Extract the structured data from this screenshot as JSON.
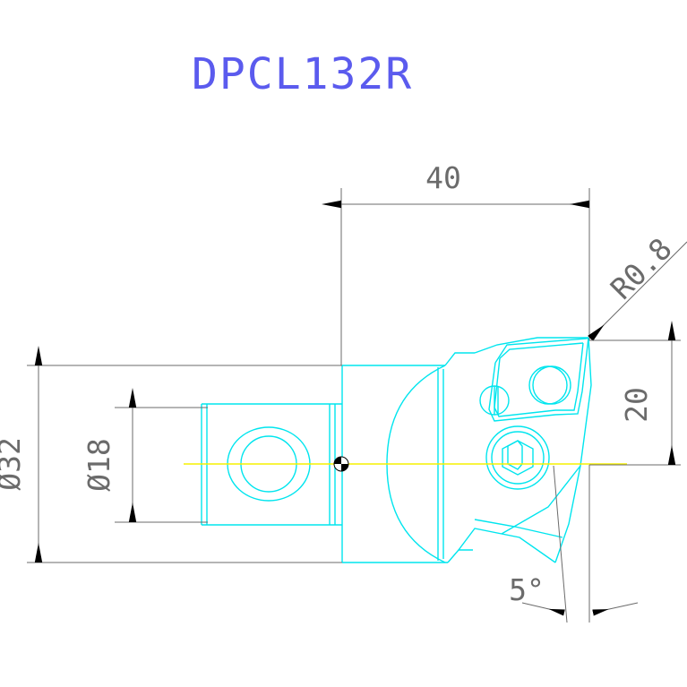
{
  "drawing": {
    "title": "DPCL132R",
    "title_color": "#5b5bee",
    "background_color": "#ffffff",
    "part_outline_color": "#00e5ee",
    "dimension_color": "#6b6b6b",
    "arrow_color": "#000000",
    "centerline_color": "#f5f000",
    "view_label": "side-view"
  },
  "dimensions": {
    "length_40": {
      "value": "40",
      "name": "overall-head-length"
    },
    "diameter_32": {
      "value": "Ø32",
      "name": "shank-outer-diameter"
    },
    "diameter_18": {
      "value": "Ø18",
      "name": "shank-inner-diameter"
    },
    "height_20": {
      "value": "20",
      "name": "cutting-edge-height"
    },
    "radius_08": {
      "value": "R0.8",
      "name": "corner-radius"
    },
    "angle_5": {
      "value": "5°",
      "name": "lead-angle"
    }
  }
}
